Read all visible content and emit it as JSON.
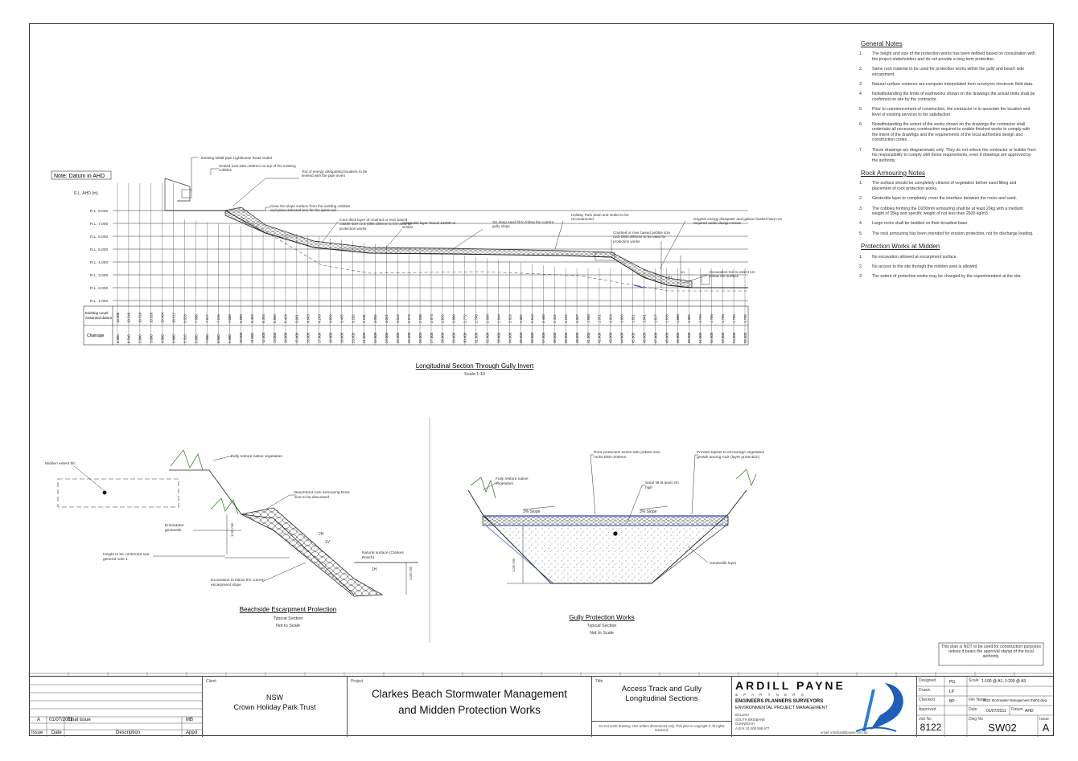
{
  "drawing": {
    "datum_note": "Note: Datum in AHD",
    "rl_axis_label": "R.L. AHD (m)",
    "rl_labels": [
      "R.L. 8.000",
      "R.L. 7.000",
      "R.L. 6.000",
      "R.L. 5.000",
      "R.L. 4.000",
      "R.L. 3.000",
      "R.L. 2.000",
      "R.L. 1.000"
    ],
    "row_existing": "Existing Level",
    "row_assumed": "Assumed datum",
    "row_chainage": "Chainage",
    "callouts": {
      "pipe": "Existing 600Ø pipe Lighthouse Road Outlet",
      "seal": "Sealed rock D50=400mm on top of the existing cobbles",
      "energy": "Top of energy dissipating boulders to be leveled with the pipe invert",
      "clear": "Clear the slope surface from the existing cobbles and place selected one for the apron tail",
      "layer": "0.5m thick layer of crushed or river based cobble size rock D50=200mm to be used for protection works",
      "geotextile": "Geotextile layer Texcel 1200R or similar",
      "sandfill": "2m deep sand fill to follow the current gully slope",
      "drain": "Holiday Park drain and Outlet to be reconstructed",
      "basket": "Original energy dissipater and gabion basket have not required under design review",
      "crushed": "Crushed or river based pebble size rock D50=200mm to be used for protection works",
      "scour": "Excavation toe to extent 1m below the surface"
    },
    "long_title": "Longitudinal Section Through Gully Invert",
    "long_scale": "Scale 1:10",
    "beach": {
      "midden": "Midden extent tbc",
      "restore": "Fully restore native vegetation",
      "armour": "Beachfront rock armouring Rock size to be discussed",
      "embedded": "Embedded geotextile",
      "height": "Height to be confirmed see general note 1",
      "excav": "Excavation to follow the current escarpment slope",
      "natural": "Natural surface (Clarkes Beach)",
      "depth": "1.0m min",
      "slope1": "2H",
      "slope2": "1V",
      "slope3": "1H",
      "title": "Beachside Escarpment Protection",
      "sub1": "Typical Section",
      "sub2": "Not to Scale"
    },
    "gully": {
      "restore": "Fully restore native vegetation",
      "rock": "Rock protection works with pebble size rocks D50=200mm",
      "sand": "Sand fill at least 2m high",
      "topsoil": "Provide topsoil to encourage vegetation growth among rock (layer protection)",
      "slope_l": "3% Slope",
      "slope_r": "3% Slope",
      "geotex": "Geotextile layer",
      "depth": "1.0m min",
      "title": "Gully Protection Works",
      "sub1": "Typical Section",
      "sub2": "Not to Scale"
    }
  },
  "chainage_values": [
    "0.000",
    "0.540",
    "2.000",
    "3.000",
    "4.000",
    "5.000",
    "5.526",
    "6.000",
    "7.000",
    "8.000",
    "9.000",
    "10.000",
    "11.000",
    "12.000",
    "13.000",
    "14.000",
    "15.000",
    "16.000",
    "17.000",
    "18.000",
    "19.000",
    "20.000",
    "21.000",
    "22.000",
    "23.000",
    "24.000",
    "25.000",
    "26.000",
    "27.000",
    "28.000",
    "29.000",
    "30.000",
    "31.000",
    "32.000",
    "33.000",
    "34.000",
    "35.000",
    "36.000",
    "37.000",
    "38.000",
    "39.000",
    "40.000",
    "41.000",
    "42.000",
    "43.000",
    "44.000",
    "45.000",
    "46.000",
    "47.000",
    "48.000",
    "49.000",
    "50.000",
    "51.000",
    "52.000",
    "53.000",
    "54.000",
    "55.000"
  ],
  "level_values": [
    "10.500",
    "10.546",
    "10.510",
    "10.620",
    "10.484",
    "10.512",
    "9.028",
    "7.986",
    "7.817",
    "7.246",
    "7.000",
    "6.900",
    "6.463",
    "6.363",
    "5.890",
    "5.424",
    "5.061",
    "4.643",
    "4.243",
    "3.839",
    "3.435",
    "3.182",
    "3.110",
    "3.082",
    "3.041",
    "3.012",
    "2.972",
    "2.938",
    "2.873",
    "2.836",
    "2.800",
    "2.772",
    "2.740",
    "2.698",
    "2.644",
    "2.629",
    "2.602",
    "2.544",
    "2.460",
    "2.332",
    "2.152",
    "2.067",
    "1.988",
    "1.951",
    "1.924",
    "1.868",
    "1.821",
    "1.841",
    "1.817",
    "1.818",
    "1.808",
    "1.802",
    "1.796",
    "1.786",
    "1.796",
    "1.785",
    "1.795"
  ],
  "general_notes": {
    "title": "General Notes",
    "items": [
      "The height and size of the protection works has been defined based on consultation with the project stakeholders and do not provide a long term protection.",
      "Same rock material to be used for protection works within the gully and beach side escarpment.",
      "Natural surface contours are computer interpolated from surveyors electronic field data.",
      "Notwithstanding the limits of earthworks shown on the drawings the actual limits shall be confirmed on site by the contractor.",
      "Prior to commencement of construction, the contractor is to ascertain the location and level of existing services to his satisfaction.",
      "Notwithstanding the extent of the works shown on the drawings the contractor shall undertake all necessary construction required to enable finished works to comply with the intent of the drawings and the requirements of the local authorities design and construction codes.",
      "These drawings are diagrammatic only. They do not relieve the contractor or builder from his responsibility to comply with these requirements, even if drawings are approved by the authority."
    ]
  },
  "rock_notes": {
    "title": "Rock Armouring Notes",
    "items": [
      "The surface should be completely cleared of vegetation before sand filling and placement of rock protection works.",
      "Geotextile layer to completely cover the interface between the rocks and sand.",
      "The cobbles forming the D200mm armouring shall be at least 20kg with a medium weight of 35kg and specific weight of not less than 2600 kg/m3.",
      "Large rocks shall be bedded on their broadest base.",
      "The rock armouring has been intended for erosion protection, not for discharge loading."
    ]
  },
  "midden_notes": {
    "title": "Protection Works at Midden",
    "items": [
      "No excavation allowed at escarpment surface.",
      "No access to the site through the midden area is allowed.",
      "The extent of protection works may be changed by the superintendent at the site."
    ]
  },
  "disclaimer": "This plan is NOT to be used for construction purposes unless it bears the approval stamp of the local authority.",
  "title_block": {
    "rev": "A",
    "rev_date": "01/07/2011",
    "rev_desc": "Final issue",
    "rev_app": "MB",
    "col_issue": "Issue",
    "col_date": "Date",
    "col_desc": "Description",
    "col_appd": "Appd",
    "client_label": "Client",
    "client_1": "NSW",
    "client_2": "Crown Holiday Park Trust",
    "project_label": "Project",
    "project_1": "Clarkes Beach Stormwater Management",
    "project_2": "and Midden Protection Works",
    "title_label": "Title",
    "title_1": "Access Track and Gully",
    "title_2": "Longitudinal Sections",
    "copyright": "Do not scale drawing. Use written dimensions only. This plan is copyright © All rights reserved.",
    "firm": "ARDILL PAYNE",
    "firm_sub": "& P A R T N E R S",
    "firm_line1": "ENGINEERS PLANNERS SURVEYORS",
    "firm_line2": "ENVIRONMENTAL PROJECT MANAGEMENT",
    "office_1": "BALLINA",
    "office_2": "SOUTH BRISBANE",
    "office_3": "GUNNEDAH",
    "abn": "A.B.N. 51 808 558 977",
    "email": "email: info@ardillpayne.com.au",
    "designed_label": "Designed",
    "designed": "PG",
    "drawn_label": "Drawn",
    "drawn": "LP",
    "checked_label": "Checked",
    "checked": "BP",
    "approved_label": "Approved",
    "scale_label": "Scale",
    "scale": "1:100 @ A1, 1:200 @ A3",
    "file_label": "File Name",
    "file": "8122 Stormwater Management SW02.dwg",
    "date_label": "Date",
    "date": "01/07/2011",
    "datum_label": "Datum",
    "datum": "AHD",
    "job_label": "Job No",
    "job": "8122",
    "dwg_label": "Dwg No",
    "dwg": "SW02",
    "issue_label": "Issue",
    "issue": "A"
  }
}
